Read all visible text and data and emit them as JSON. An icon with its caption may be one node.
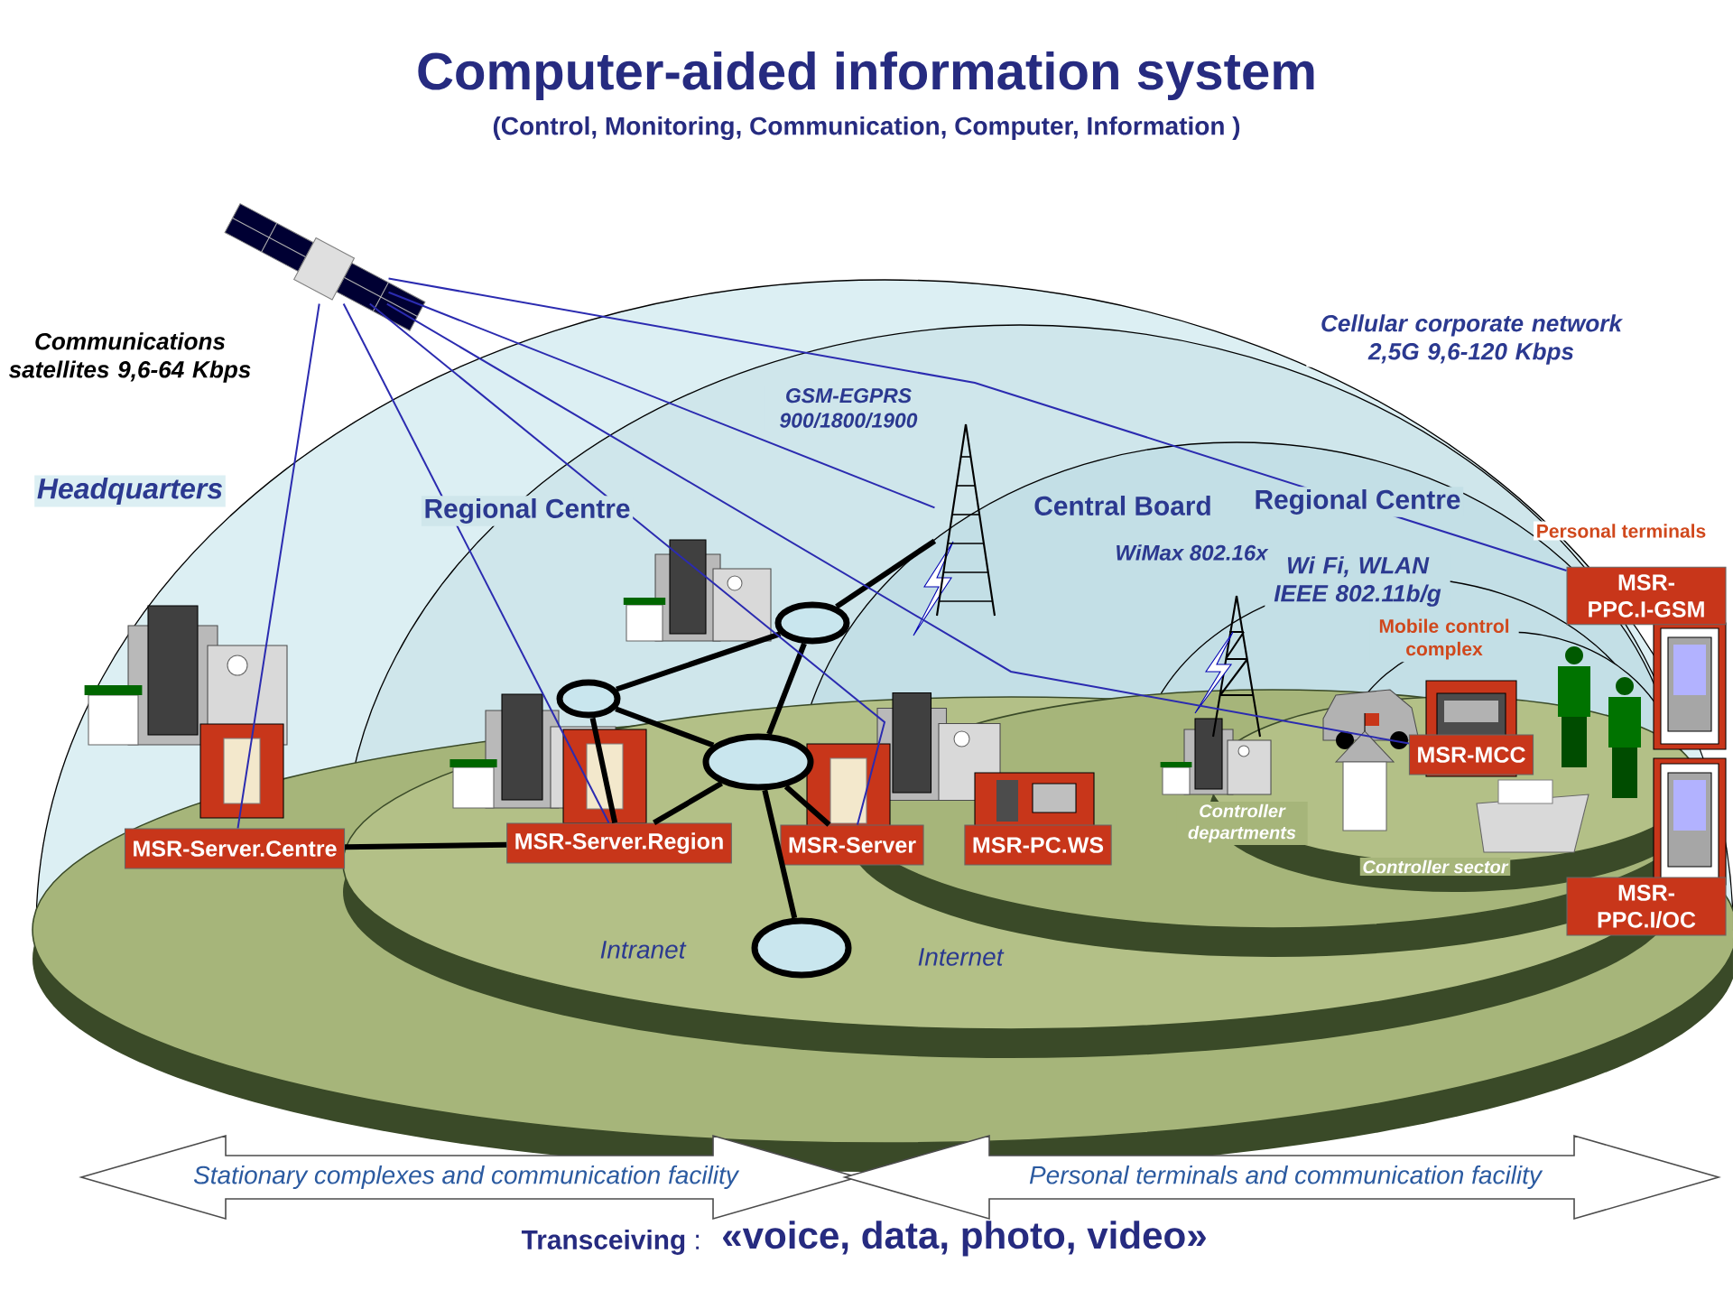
{
  "diagram": {
    "title": "Computer-aided information system",
    "caption": "(Control, Monitoring, Communication, Computer, Information )",
    "nodes": [
      {
        "text": [],
        "shape": "picture",
        "beside": [
          "Communications satellites 9,6-64 Kbps"
        ]
      },
      {
        "text": [
          "MSR-Server.Centre"
        ]
      },
      {
        "text": [
          "MSR-Server.Region"
        ]
      },
      {
        "text": [
          "MSR-Server"
        ]
      },
      {
        "text": [
          "MSR-PC.WS"
        ]
      },
      {
        "text": [
          "MSR-MCC"
        ]
      },
      {
        "text": [
          "MSR-PPC.I-GSM"
        ]
      },
      {
        "text": [
          "MSR-PPC.I/OC"
        ]
      },
      {
        "text": [],
        "shape": "ellipse"
      },
      {
        "text": [],
        "shape": "ellipse"
      },
      {
        "text": [],
        "shape": "ellipse"
      },
      {
        "text": [],
        "shape": "ellipse"
      },
      {
        "text": [],
        "shape": "picture",
        "beside": [
          "GSM-EGPRS 900/1800/1900"
        ]
      },
      {
        "text": [
          "Stationary complexes and communication facility"
        ]
      },
      {
        "text": [
          "Personal terminals and communication facility"
        ]
      }
    ],
    "edges": [
      {
        "from": 1,
        "to": 2,
        "arrow": "none"
      },
      {
        "from": 2,
        "to": 9,
        "arrow": "none"
      },
      {
        "from": 9,
        "to": 8,
        "arrow": "none"
      },
      {
        "from": 9,
        "to": 10,
        "arrow": "none"
      },
      {
        "from": 8,
        "to": 10,
        "arrow": "none"
      },
      {
        "from": 8,
        "to": 12,
        "arrow": "none"
      },
      {
        "from": 2,
        "to": 10,
        "arrow": "none"
      },
      {
        "from": 10,
        "to": 3,
        "arrow": "none"
      },
      {
        "from": 10,
        "to": 11,
        "arrow": "none"
      },
      {
        "from": 0,
        "to": 1,
        "arrow": "none",
        "color": "#2b2bb0"
      },
      {
        "from": 0,
        "to": 2,
        "arrow": "none",
        "color": "#2b2bb0"
      },
      {
        "from": 0,
        "to": 3,
        "arrow": "none",
        "color": "#2b2bb0"
      },
      {
        "from": 0,
        "to": 12,
        "arrow": "none",
        "color": "#2b2bb0"
      },
      {
        "from": 0,
        "to": 5,
        "arrow": "none",
        "color": "#2b2bb0"
      },
      {
        "from": 0,
        "to": 6,
        "arrow": "none",
        "color": "#2b2bb0"
      }
    ],
    "labels": [
      "Headquarters",
      "Regional Centre",
      "Cellular corporate network  2,5G 9,6-120 Kbps",
      "Central Board",
      "Regional Centre",
      "WiMax 802.16x",
      "Wi Fi, WLAN IEEE 802.11b/g",
      "Personal terminals",
      "Mobile control complex",
      "Controller departments",
      "Controller sector",
      "Intranet",
      "Internet",
      "**Transceiving** :",
      "«voice, data, photo, video»"
    ]
  }
}
